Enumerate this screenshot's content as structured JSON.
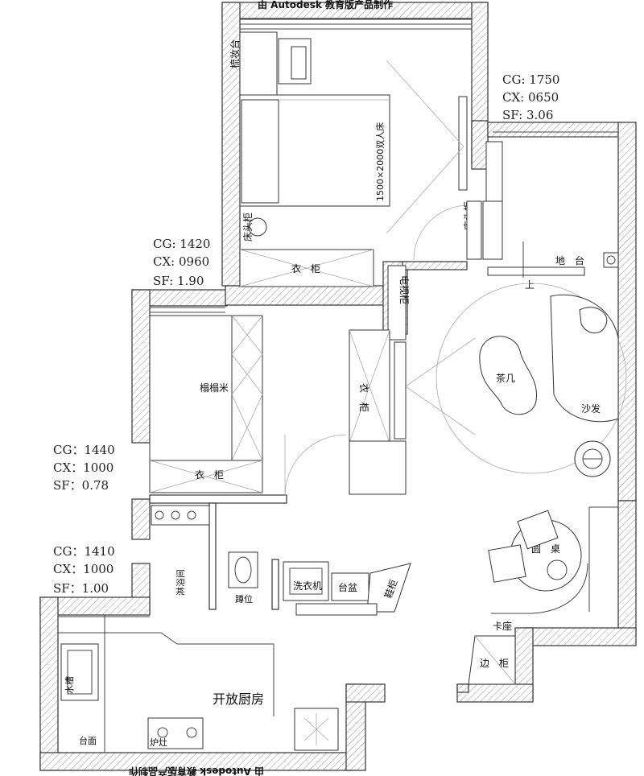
{
  "watermark_top": "由 Autodesk 教育版产品制作",
  "watermark_bottom": "由 Autodesk 教育版产品制作",
  "rooms": [
    {
      "id": "bedroom_master",
      "cg": "CG: 1750",
      "cx": "CX: 0650",
      "sf": "SF: 3.06"
    },
    {
      "id": "bedroom_second",
      "cg": "CG: 1420",
      "cx": "CX: 0960",
      "sf": "SF: 1.90"
    },
    {
      "id": "tatami_room",
      "cg": "CG：1440",
      "cx": "CX：1000",
      "sf": "SF：0.78"
    },
    {
      "id": "bath",
      "cg": "CG：1410",
      "cx": "CX：1000",
      "sf": "SF：1.00"
    }
  ],
  "labels": {
    "dresser": "梳妆台",
    "bed": "1500×2000双人床",
    "nightstand": "床头柜",
    "bedside_cabinet": "床头柜",
    "wardrobe1": "衣　柜",
    "tv_cabinet": "电视柜",
    "platform": "地　台",
    "up": "上",
    "tatami": "榻榻米",
    "wardrobe2": "衣　柜",
    "wardrobe3": "衣　柜",
    "coffee_table": "茶几",
    "sofa": "沙发",
    "round_table": "圆　桌",
    "booth": "卡座",
    "side_cabinet": "边　柜",
    "shower": "淋浴间",
    "toilet": "蹲位",
    "washer": "洗衣机",
    "basin": "台盆",
    "shoe_cabinet": "鞋柜",
    "kitchen": "开放厨房",
    "sink": "水槽",
    "counter": "台面",
    "stove": "炉灶"
  }
}
